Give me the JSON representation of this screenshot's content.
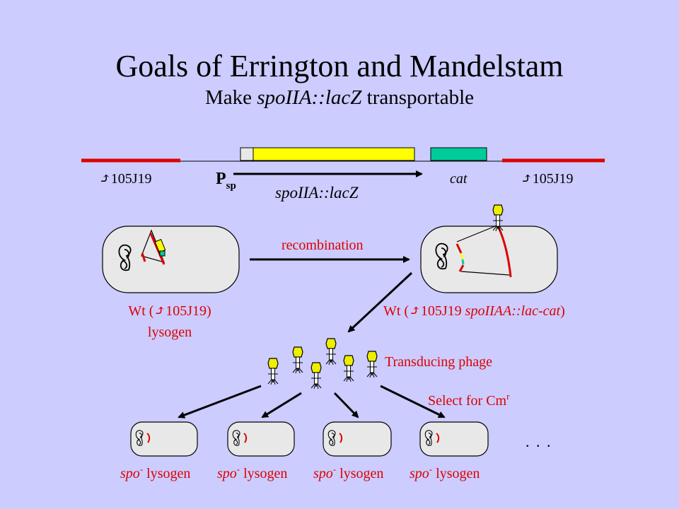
{
  "title": "Goals of Errington and Mandelstam",
  "subtitle": {
    "pre": "Make ",
    "italic": "spoIIA::lacZ",
    "post": " transportable"
  },
  "construct": {
    "left_phage": "105J19",
    "right_phage": "105J19",
    "promoter_main": "P",
    "promoter_sub": "sp",
    "gene": "spoIIA::lacZ",
    "marker": "cat"
  },
  "recombination_label": "recombination",
  "left_cell_label": {
    "line1_pre": "Wt (",
    "line1_post": "105J19)",
    "line2": "lysogen"
  },
  "right_cell_label": {
    "pre": "Wt (",
    "strain": "105J19 ",
    "italic1": "spoIIAA::lac",
    "dash": "-",
    "italic2": "cat",
    "post": ")"
  },
  "transducing_label": "Transducing phage",
  "select_label": {
    "text": "Select for Cm",
    "sup": "r"
  },
  "bottom_labels": [
    {
      "italic": "spo",
      "sup": "-",
      "text": " lysogen"
    },
    {
      "italic": "spo",
      "sup": "-",
      "text": " lysogen"
    },
    {
      "italic": "spo",
      "sup": "-",
      "text": " lysogen"
    },
    {
      "italic": "spo",
      "sup": "-",
      "text": " lysogen"
    }
  ],
  "ellipsis": ". . .",
  "colors": {
    "background": "#ccccff",
    "red": "#dd0000",
    "yellow": "#ffff00",
    "teal": "#00cc99",
    "cell": "#e8e8e8",
    "phage_head": "#eeee00"
  }
}
